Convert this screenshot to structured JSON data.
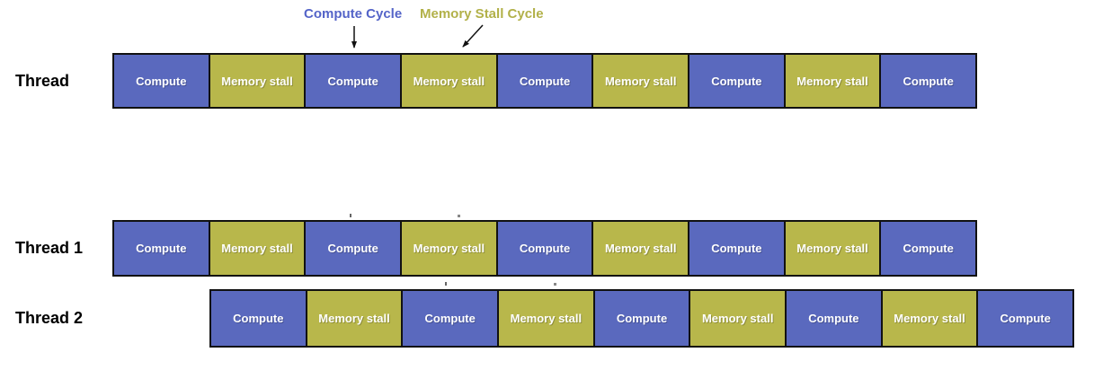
{
  "legend": {
    "compute_cycle": "Compute Cycle",
    "memory_stall_cycle": "Memory Stall Cycle"
  },
  "colors": {
    "compute_block": "#5a69be",
    "memory_stall_block": "#b8b74b",
    "compute_label_text": "#5464c8",
    "stall_label_text": "#b2b149",
    "block_text": "#ffffff",
    "border": "#111111",
    "canvas_bg": "#ffffff"
  },
  "rows": [
    {
      "label": "Thread",
      "blocks": [
        {
          "type": "compute",
          "label": "Compute"
        },
        {
          "type": "stall",
          "label": "Memory stall"
        },
        {
          "type": "compute",
          "label": "Compute"
        },
        {
          "type": "stall",
          "label": "Memory stall"
        },
        {
          "type": "compute",
          "label": "Compute"
        },
        {
          "type": "stall",
          "label": "Memory stall"
        },
        {
          "type": "compute",
          "label": "Compute"
        },
        {
          "type": "stall",
          "label": "Memory stall"
        },
        {
          "type": "compute",
          "label": "Compute"
        }
      ]
    },
    {
      "label": "Thread 1",
      "blocks": [
        {
          "type": "compute",
          "label": "Compute"
        },
        {
          "type": "stall",
          "label": "Memory stall"
        },
        {
          "type": "compute",
          "label": "Compute"
        },
        {
          "type": "stall",
          "label": "Memory stall"
        },
        {
          "type": "compute",
          "label": "Compute"
        },
        {
          "type": "stall",
          "label": "Memory stall"
        },
        {
          "type": "compute",
          "label": "Compute"
        },
        {
          "type": "stall",
          "label": "Memory stall"
        },
        {
          "type": "compute",
          "label": "Compute"
        }
      ]
    },
    {
      "label": "Thread 2",
      "blocks": [
        {
          "type": "compute",
          "label": "Compute"
        },
        {
          "type": "stall",
          "label": "Memory stall"
        },
        {
          "type": "compute",
          "label": "Compute"
        },
        {
          "type": "stall",
          "label": "Memory stall"
        },
        {
          "type": "compute",
          "label": "Compute"
        },
        {
          "type": "stall",
          "label": "Memory stall"
        },
        {
          "type": "compute",
          "label": "Compute"
        },
        {
          "type": "stall",
          "label": "Memory stall"
        },
        {
          "type": "compute",
          "label": "Compute"
        }
      ]
    }
  ]
}
